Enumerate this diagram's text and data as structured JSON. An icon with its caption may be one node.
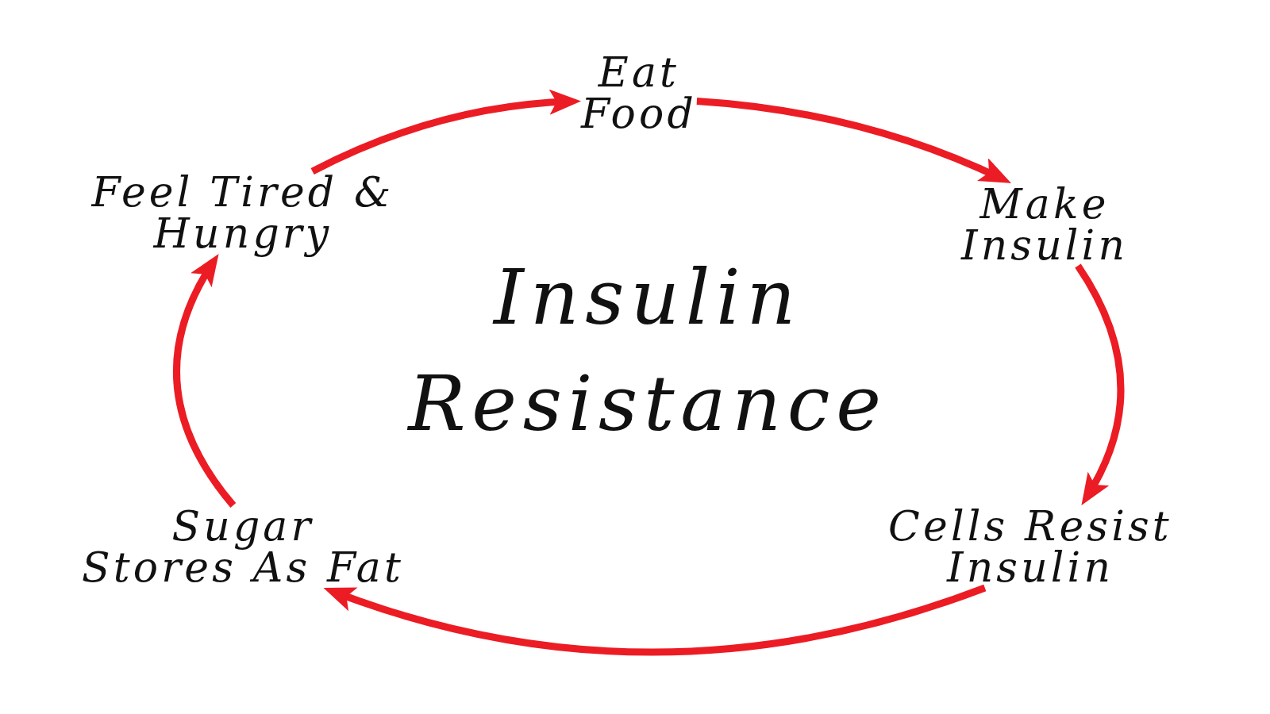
{
  "diagram": {
    "title": "Insulin Resistance",
    "nodes": [
      {
        "text": [
          "Eat Food"
        ]
      },
      {
        "text": [
          "Make Insulin"
        ]
      },
      {
        "text": [
          "Cells Resist Insulin"
        ]
      },
      {
        "text": [
          "Sugar Stores As Fat"
        ]
      },
      {
        "text": [
          "Feel Tired & Hungry"
        ]
      }
    ],
    "edges": [
      {
        "from": 0,
        "to": 1,
        "arrow": "to"
      },
      {
        "from": 1,
        "to": 2,
        "arrow": "to"
      },
      {
        "from": 2,
        "to": 3,
        "arrow": "to"
      },
      {
        "from": 3,
        "to": 4,
        "arrow": "to"
      },
      {
        "from": 4,
        "to": 0,
        "arrow": "to"
      }
    ]
  }
}
